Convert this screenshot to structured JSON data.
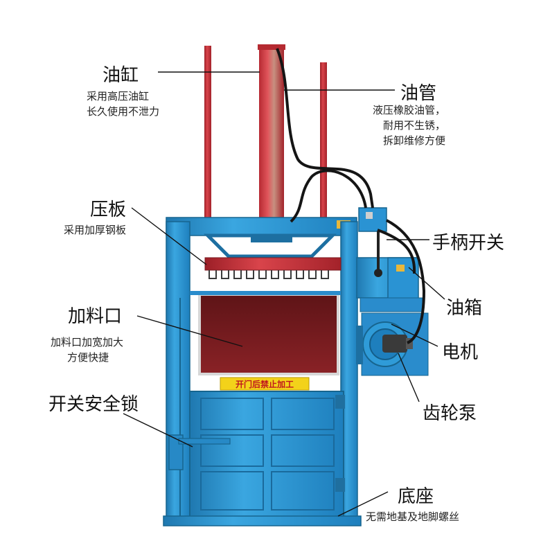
{
  "labels": {
    "oil_cylinder": {
      "title": "油缸",
      "lines": [
        "采用高压油缸",
        "长久使用不泄力"
      ]
    },
    "oil_pipe": {
      "title": "油管",
      "lines": [
        "液压橡胶油管，",
        "耐用不生锈，",
        "拆卸维修方便"
      ]
    },
    "press_plate": {
      "title": "压板",
      "lines": [
        "采用加厚钢板"
      ]
    },
    "handle_switch": {
      "title": "手柄开关"
    },
    "oil_tank": {
      "title": "油箱"
    },
    "motor": {
      "title": "电机"
    },
    "feed_opening": {
      "title": "加料口",
      "lines": [
        "加料口加宽加大",
        "方便快捷"
      ]
    },
    "gear_pump": {
      "title": "齿轮泵"
    },
    "safety_lock": {
      "title": "开关安全锁"
    },
    "base": {
      "title": "底座",
      "lines": [
        "无需地基及地脚螺丝"
      ]
    }
  },
  "door_warning": "开门后禁止加工",
  "colors": {
    "frame_blue": "#2f9bd8",
    "frame_blue_dark": "#1f78b0",
    "cylinder_red": "#c8323a",
    "chamber_red": "#7a1b1e",
    "warning_yellow": "#f3d21a",
    "hose_black": "#151515"
  }
}
